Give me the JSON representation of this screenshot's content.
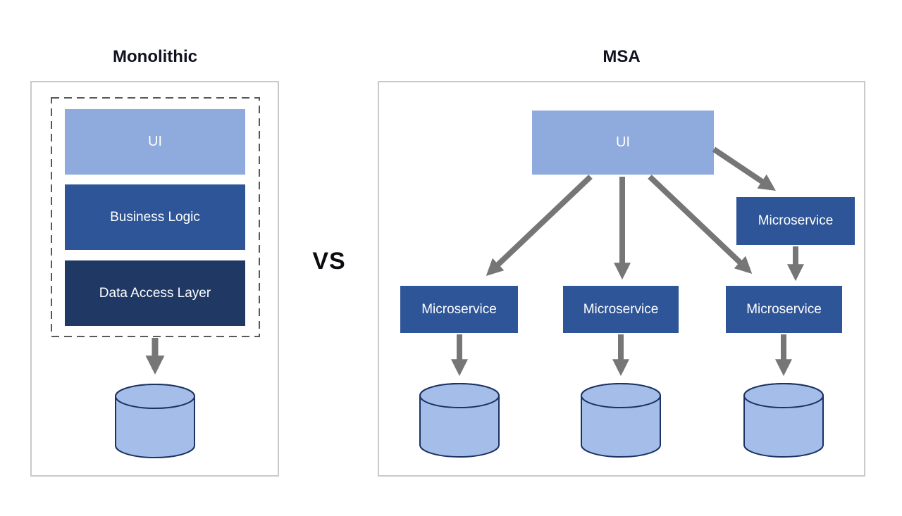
{
  "left_panel": {
    "title": "Monolithic",
    "layers": [
      {
        "label": "UI",
        "color": "#8faadc"
      },
      {
        "label": "Business Logic",
        "color": "#2e5597"
      },
      {
        "label": "Data Access Layer",
        "color": "#1f3864"
      }
    ],
    "database_icon": "database-cylinder"
  },
  "divider": {
    "label": "VS"
  },
  "right_panel": {
    "title": "MSA",
    "ui_box": {
      "label": "UI",
      "color": "#8faadc"
    },
    "microservices": [
      {
        "label": "Microservice",
        "position": "top-right",
        "color": "#2e5597"
      },
      {
        "label": "Microservice",
        "position": "bottom-left",
        "color": "#2e5597"
      },
      {
        "label": "Microservice",
        "position": "bottom-center",
        "color": "#2e5597"
      },
      {
        "label": "Microservice",
        "position": "bottom-right",
        "color": "#2e5597"
      }
    ],
    "database_icons": [
      "database-cylinder",
      "database-cylinder",
      "database-cylinder"
    ]
  },
  "connections": [
    {
      "from": "monolith-stack",
      "to": "monolith-database"
    },
    {
      "from": "msa-ui",
      "to": "microservice-bottom-left"
    },
    {
      "from": "msa-ui",
      "to": "microservice-bottom-center"
    },
    {
      "from": "msa-ui",
      "to": "microservice-bottom-right"
    },
    {
      "from": "msa-ui",
      "to": "microservice-top-right"
    },
    {
      "from": "microservice-top-right",
      "to": "microservice-bottom-right"
    },
    {
      "from": "microservice-bottom-left",
      "to": "msa-database-1"
    },
    {
      "from": "microservice-bottom-center",
      "to": "msa-database-2"
    },
    {
      "from": "microservice-bottom-right",
      "to": "msa-database-3"
    }
  ],
  "colors": {
    "layer_ui": "#8faadc",
    "layer_business_logic": "#2e5597",
    "layer_data_access": "#1f3864",
    "microservice_box": "#2e5597",
    "arrow": "#767676",
    "panel_border": "#c9c9c9",
    "dashed_boundary": "#595959",
    "cylinder_fill": "#a4bee9",
    "cylinder_stroke": "#1b3263",
    "box_text": "#ffffff",
    "title_text": "#101223"
  }
}
